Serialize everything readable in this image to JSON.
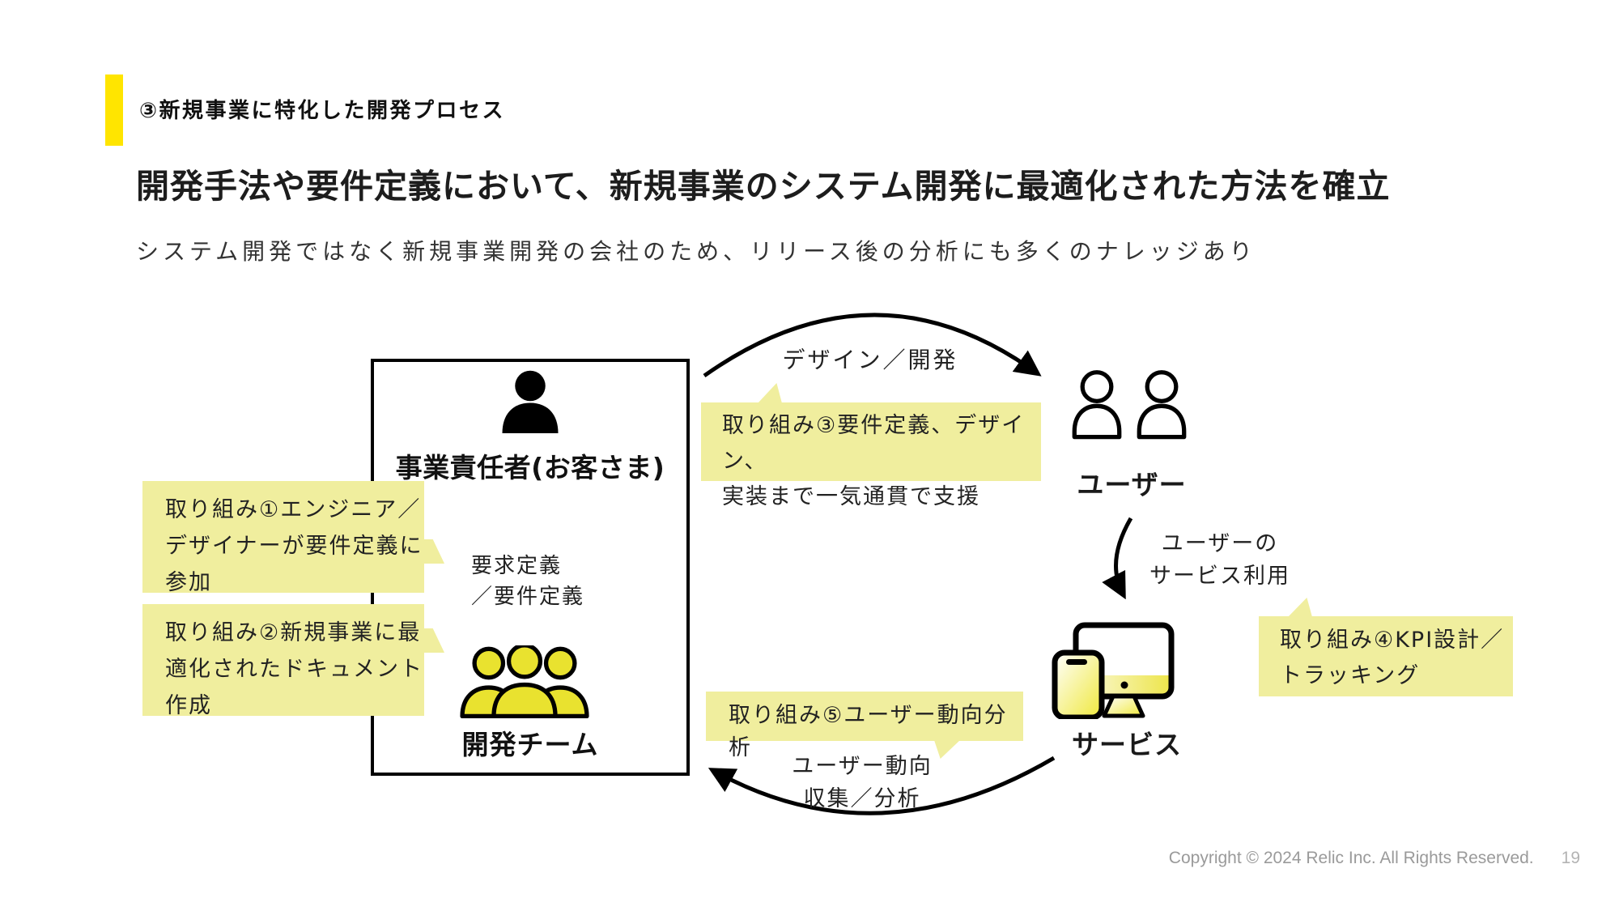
{
  "slide": {
    "kicker": "③新規事業に特化した開発プロセス",
    "title": "開発手法や要件定義において、新規事業のシステム開発に最適化された方法を確立",
    "subtitle": "システム開発ではなく新規事業開発の会社のため、リリース後の分析にも多くのナレッジあり"
  },
  "diagram": {
    "box": {
      "owner_label": "事業責任者(お客さま)",
      "team_label": "開発チーム",
      "exchange_label": "要求定義\n／要件定義"
    },
    "actors": {
      "user_label": "ユーザー",
      "service_label": "サービス"
    },
    "flows": {
      "design_dev": "デザイン／開発",
      "service_use": "ユーザーの\nサービス利用",
      "collect": "ユーザー動向\n収集／分析"
    },
    "callouts": {
      "c1": "取り組み①エンジニア／\nデザイナーが要件定義に\n参加",
      "c2": "取り組み②新規事業に最\n適化されたドキュメント\n作成",
      "c3": "取り組み③要件定義、デザイン、\n実装まで一気通貫で支援",
      "c4": "取り組み④KPI設計／\nトラッキング",
      "c5": "取り組み⑤ユーザー動向分析"
    },
    "colors": {
      "accent_yellow": "#FFE500",
      "callout_yellow": "#F0EE9E",
      "team_yellow": "#E9E22F",
      "ink": "#000000"
    }
  },
  "footer": {
    "copyright": "Copyright © 2024 Relic Inc. All Rights Reserved.",
    "page": "19"
  }
}
